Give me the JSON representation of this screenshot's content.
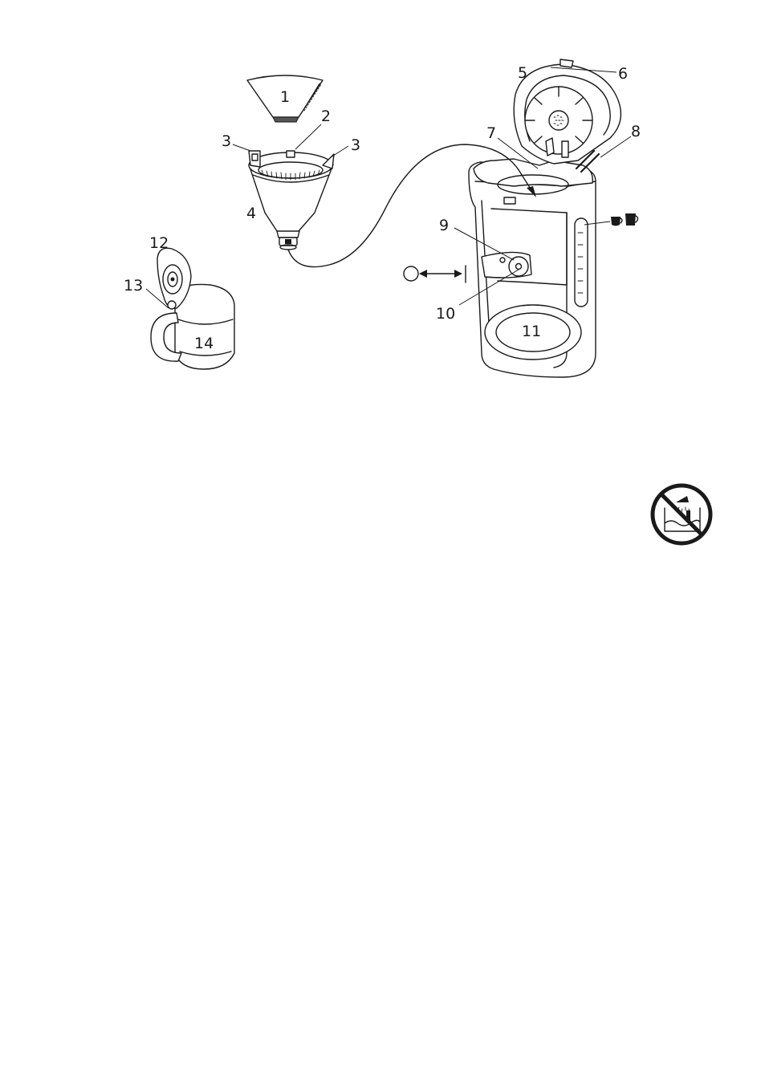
{
  "labels": {
    "filter_paper": "1",
    "filter_tab": "2",
    "filter_handle_left": "3",
    "filter_handle_right": "3",
    "filter_holder": "4",
    "lid": "5",
    "lid_catch": "6",
    "drip_stop": "7",
    "water_tank": "8",
    "switch": "9",
    "indicator_light": "10",
    "hot_plate": "11",
    "jug_lid": "12",
    "jug_lid_hinge": "13",
    "jug": "14"
  },
  "switch_positions": {
    "off": "O",
    "on": "I"
  },
  "icons": {
    "cup_icons": "cup-and-mug-icon",
    "no_immersion": "no-water-immersion-icon"
  }
}
